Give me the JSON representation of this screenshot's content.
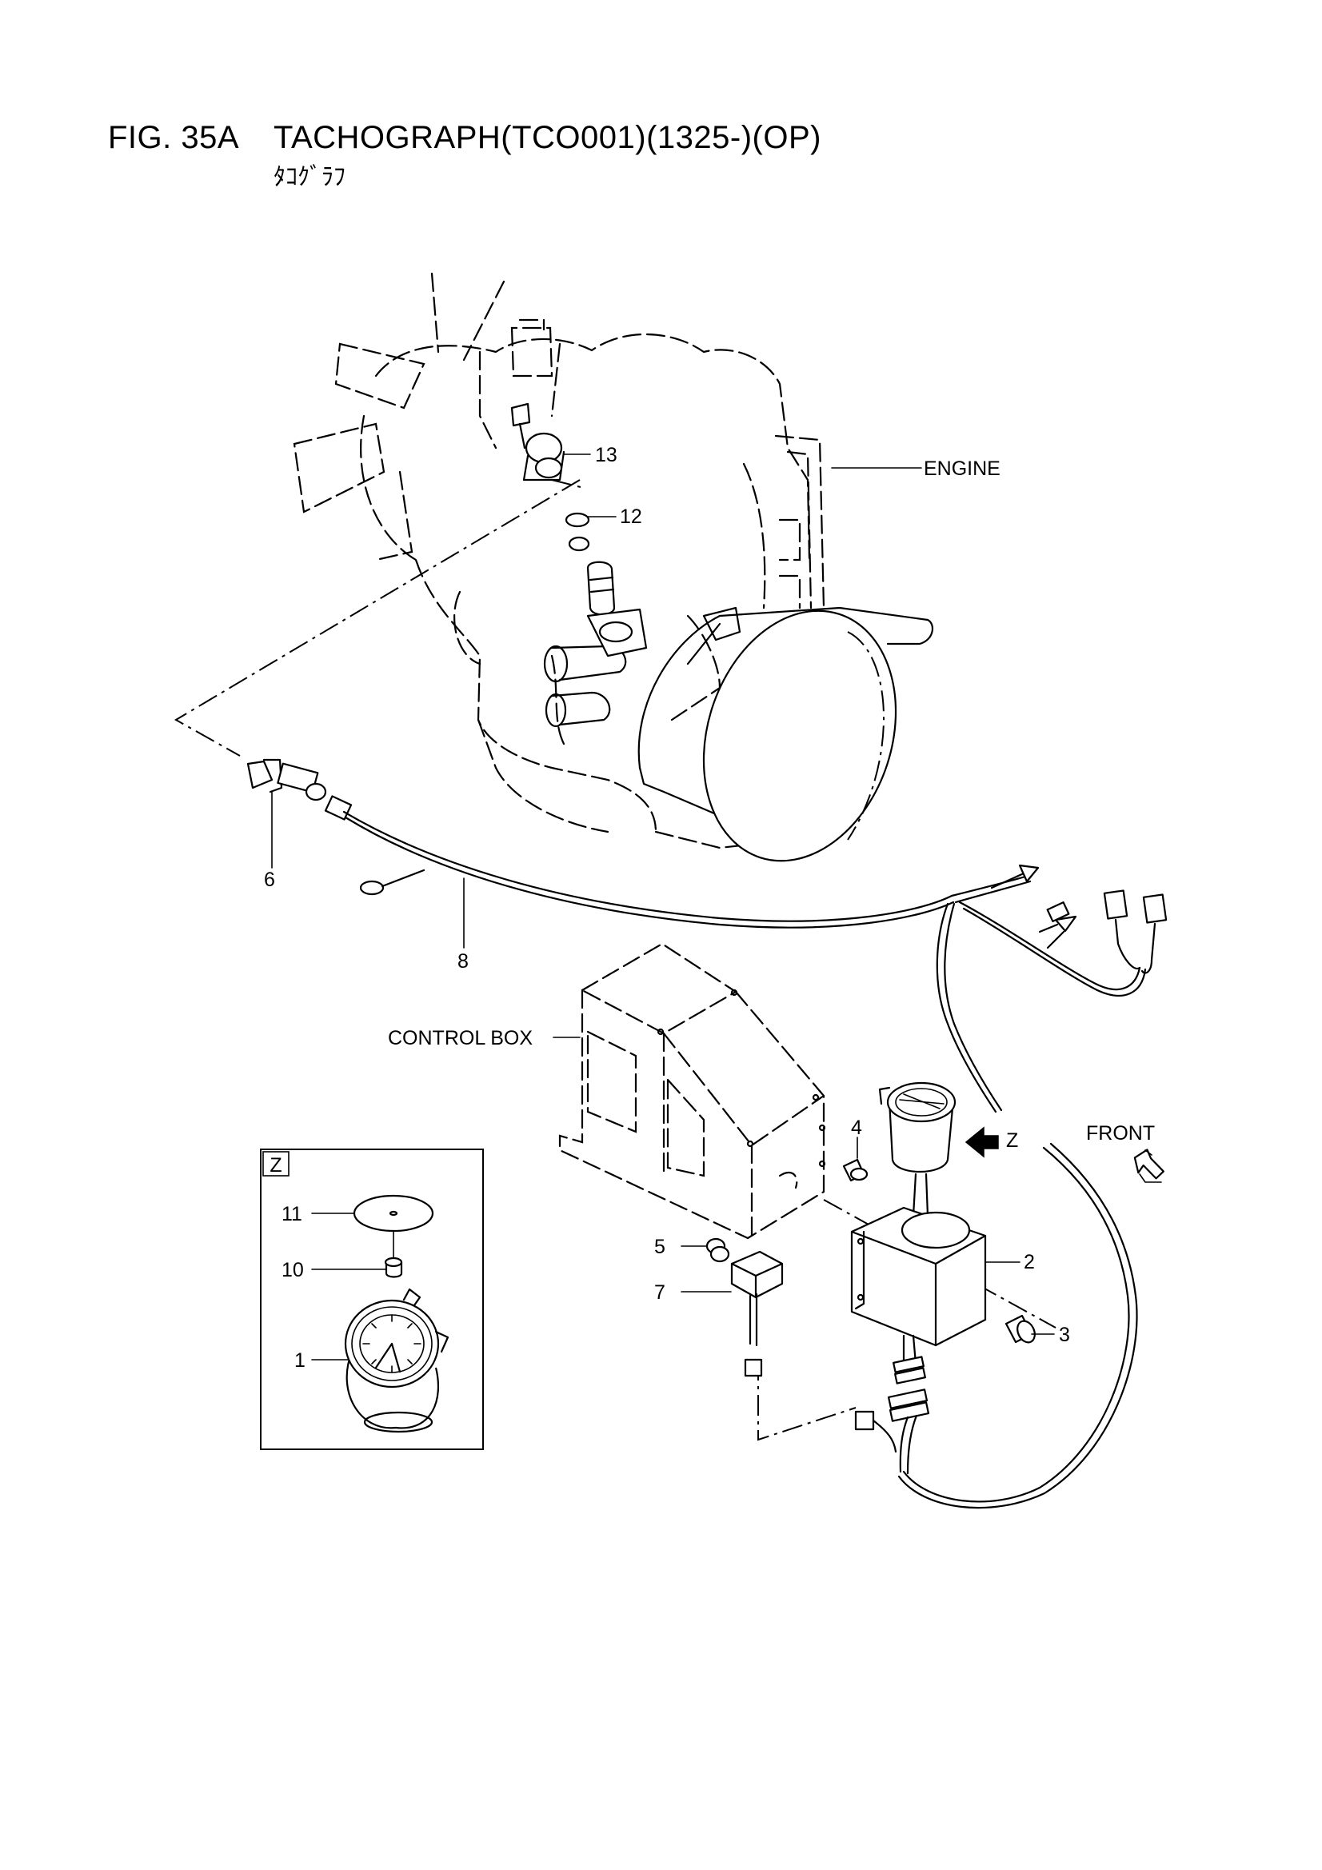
{
  "figure": {
    "number": "FIG. 35A",
    "title": "TACHOGRAPH(TCO001)(1325-)(OP)",
    "subtitle": "ﾀｺｸﾞﾗﾌ"
  },
  "labels": {
    "engine": "ENGINE",
    "control_box": "CONTROL BOX",
    "front": "FRONT",
    "view_z": "Z",
    "detail_z": "Z"
  },
  "callouts": [
    "1",
    "2",
    "3",
    "4",
    "5",
    "6",
    "7",
    "8",
    "10",
    "11",
    "12",
    "13"
  ]
}
